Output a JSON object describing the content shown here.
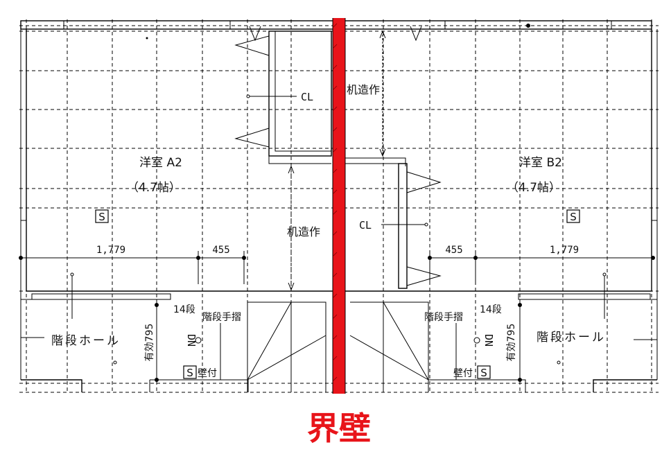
{
  "rooms": {
    "room_a": {
      "name": "洋室 A2",
      "size": "（4.7帖）"
    },
    "room_b": {
      "name": "洋室 B2",
      "size": "（4.7帖）"
    }
  },
  "labels": {
    "closet_left": "CL",
    "closet_right": "CL",
    "custom_furniture_top": "机造作",
    "custom_furniture_mid": "机造作",
    "stair_hall_left": "階段ホール",
    "stair_hall_right": "階段ホール",
    "handrail_left": "階段手摺",
    "handrail_right": "階段手摺",
    "steps_left": "14段",
    "steps_right": "14段",
    "dn_left": "DN",
    "dn_right": "DN",
    "width_left": "有効795",
    "width_right": "有効795",
    "wall_mount_left": "壁付",
    "wall_mount_right": "壁付",
    "smoke_symbol": "S"
  },
  "dimensions": {
    "left_long": "1,779",
    "left_short": "455",
    "right_short": "455",
    "right_long": "1,779"
  },
  "caption": "界壁",
  "colors": {
    "partition_wall": "#e8141a",
    "line": "#000000"
  }
}
